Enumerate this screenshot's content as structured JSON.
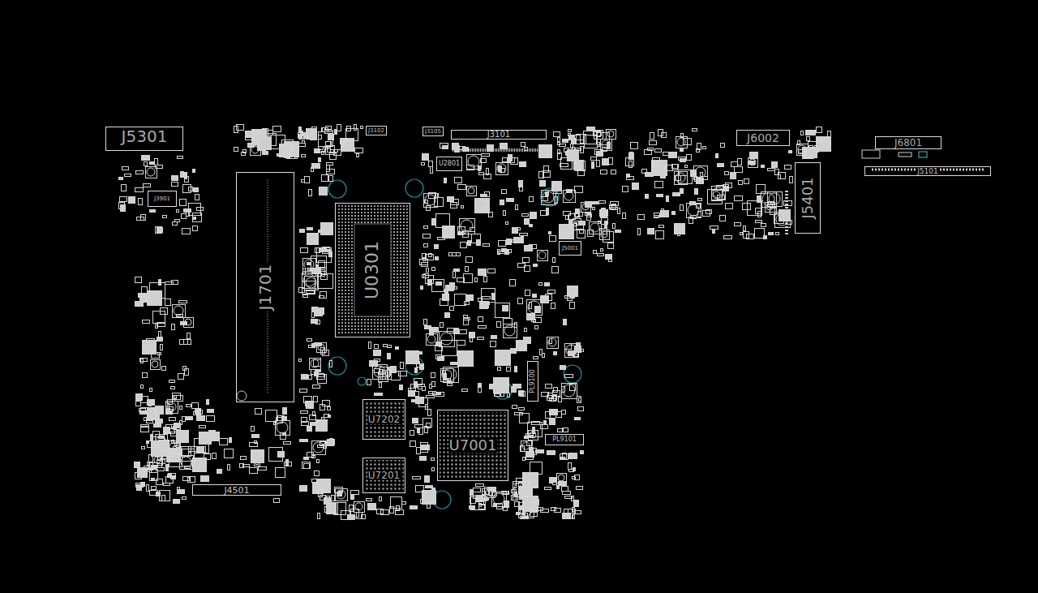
{
  "diagram": {
    "nodes": [
      {
        "text": [
          "J5301"
        ]
      },
      {
        "text": [
          "J1701"
        ]
      },
      {
        "text": [
          "U0301"
        ]
      },
      {
        "text": [
          "J3102"
        ]
      },
      {
        "text": [
          "J3105"
        ]
      },
      {
        "text": [
          "J3101"
        ]
      },
      {
        "text": [
          "U2801"
        ]
      },
      {
        "text": [
          "J3901"
        ]
      },
      {
        "text": [
          "J5001"
        ]
      },
      {
        "text": [
          "J6002"
        ]
      },
      {
        "text": [
          "J5401"
        ]
      },
      {
        "text": [
          "J6801"
        ]
      },
      {
        "text": [
          "J5101"
        ]
      },
      {
        "text": [
          "U7202"
        ]
      },
      {
        "text": [
          "U7201"
        ]
      },
      {
        "text": [
          "U7001"
        ]
      },
      {
        "text": [
          "PL9100"
        ]
      },
      {
        "text": [
          "PL9101"
        ]
      },
      {
        "text": [
          "J4501"
        ]
      }
    ]
  }
}
